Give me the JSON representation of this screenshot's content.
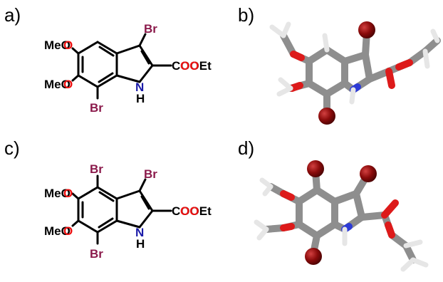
{
  "panels": [
    {
      "label": "a)",
      "kind": "structure",
      "atoms": {
        "meo_top": "MeO",
        "meo_bottom": "MeO",
        "br_top": "Br",
        "br_bottom": "Br",
        "coo": "COO",
        "et": "Et",
        "n": "N",
        "h": "H"
      }
    },
    {
      "label": "b)",
      "kind": "ball-and-stick-model"
    },
    {
      "label": "c)",
      "kind": "structure",
      "atoms": {
        "meo_top": "MeO",
        "meo_bottom": "MeO",
        "br_top_left": "Br",
        "br_top_right": "Br",
        "br_bottom": "Br",
        "coo": "COO",
        "et": "Et",
        "n": "N",
        "h": "H"
      }
    },
    {
      "label": "d)",
      "kind": "ball-and-stick-model"
    }
  ],
  "colors": {
    "carbon_bond": "#000000",
    "oxygen_text": "#ee1111",
    "nitrogen_text": "#1a1aa8",
    "bromine_text": "#8b1a4b",
    "model_carbon": "#9a9a9a",
    "model_oxygen": "#dd1a1a",
    "model_nitrogen": "#2d3bd6",
    "model_bromine": "#8a0b0b",
    "model_hydrogen": "#f2f2f2"
  }
}
